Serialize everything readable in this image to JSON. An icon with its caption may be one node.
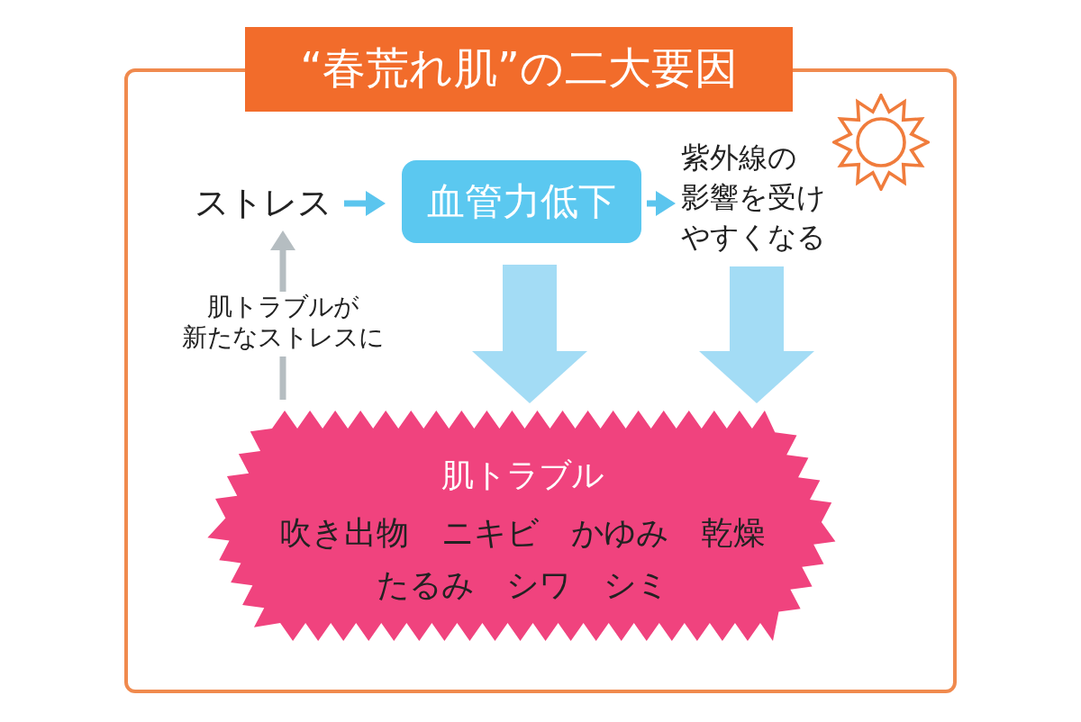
{
  "diagram": {
    "title": "“春荒れ肌”の二大要因",
    "nodes": [
      {
        "text": [
          "ストレス"
        ]
      },
      {
        "text": [
          "血管力低下"
        ]
      },
      {
        "text": [
          "紫外線の影響を受けやすくなる"
        ]
      },
      {
        "text": [
          "肌トラブル",
          "吹き出物　ニキビ　かゆみ　乾燥",
          "たるみ　シワ　シミ"
        ]
      }
    ],
    "edges": [
      {
        "from": 0,
        "to": 1,
        "arrow": "to"
      },
      {
        "from": 1,
        "to": 2,
        "arrow": "to"
      },
      {
        "from": 1,
        "to": 3,
        "arrow": "to",
        "style": "thick",
        "color": "#a3dcf5"
      },
      {
        "from": 2,
        "to": 3,
        "arrow": "to",
        "style": "thick",
        "color": "#a3dcf5"
      },
      {
        "from": 3,
        "to": 0,
        "arrow": "to",
        "label": "肌トラブルが新たなストレスに",
        "color": "#b5bdc1"
      }
    ]
  }
}
